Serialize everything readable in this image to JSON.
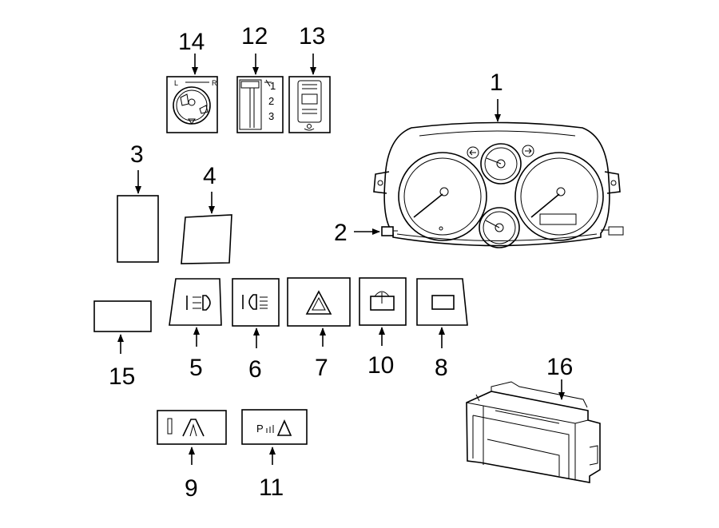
{
  "callouts": {
    "c1": "1",
    "c2": "2",
    "c3": "3",
    "c4": "4",
    "c5": "5",
    "c6": "6",
    "c7": "7",
    "c8": "8",
    "c9": "9",
    "c10": "10",
    "c11": "11",
    "c12": "12",
    "c13": "13",
    "c14": "14",
    "c15": "15",
    "c16": "16"
  },
  "switch12_marks": {
    "m1": "1",
    "m2": "2",
    "m3": "3"
  },
  "switch11_text": "P",
  "icons": {
    "p1": "instrument-cluster",
    "p2": "connector-pin",
    "p3": "blank-panel",
    "p4": "blank-panel-slanted",
    "p5": "fog-lamp-switch",
    "p6": "rear-fog-lamp-switch",
    "p7": "hazard-switch",
    "p8": "blank-switch",
    "p9": "hill-descent-switch",
    "p10": "trunk-release-switch",
    "p11": "parking-sensor-switch",
    "p12": "dimmer-switch",
    "p13": "window-switch",
    "p14": "headlamp-switch",
    "p15": "blank-panel",
    "p16": "control-module"
  }
}
